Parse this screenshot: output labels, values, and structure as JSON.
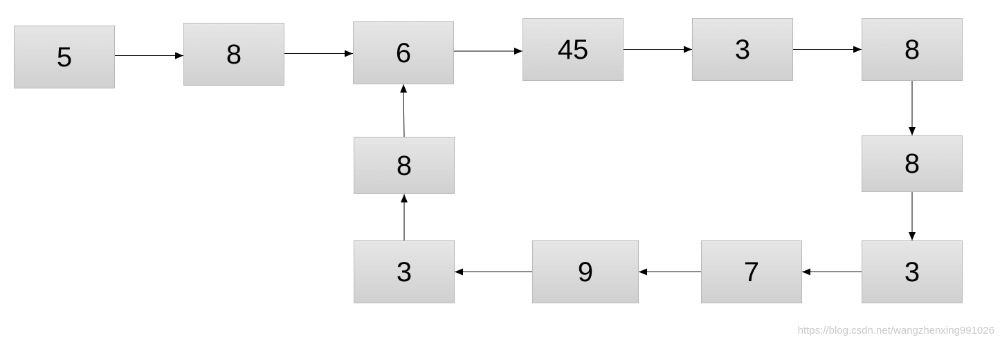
{
  "diagram": {
    "nodes": [
      {
        "id": "n1",
        "label": "5"
      },
      {
        "id": "n2",
        "label": "8"
      },
      {
        "id": "n3",
        "label": "6"
      },
      {
        "id": "n4",
        "label": "45"
      },
      {
        "id": "n5",
        "label": "3"
      },
      {
        "id": "n6",
        "label": "8"
      },
      {
        "id": "n7",
        "label": "8"
      },
      {
        "id": "n8",
        "label": "3"
      },
      {
        "id": "n9",
        "label": "7"
      },
      {
        "id": "n10",
        "label": "9"
      },
      {
        "id": "n11",
        "label": "3"
      },
      {
        "id": "n12",
        "label": "8"
      }
    ],
    "edges": [
      {
        "from": "n1",
        "to": "n2"
      },
      {
        "from": "n2",
        "to": "n3"
      },
      {
        "from": "n3",
        "to": "n4"
      },
      {
        "from": "n4",
        "to": "n5"
      },
      {
        "from": "n5",
        "to": "n6"
      },
      {
        "from": "n6",
        "to": "n7"
      },
      {
        "from": "n7",
        "to": "n8"
      },
      {
        "from": "n8",
        "to": "n9"
      },
      {
        "from": "n9",
        "to": "n10"
      },
      {
        "from": "n10",
        "to": "n11"
      },
      {
        "from": "n11",
        "to": "n12"
      },
      {
        "from": "n12",
        "to": "n3"
      }
    ]
  },
  "watermark": "https://blog.csdn.net/wangzhenxing991026",
  "colors": {
    "node_fill_top": "#e6e6e6",
    "node_fill_bottom": "#d0d0d0",
    "node_border": "#b8b8b8",
    "edge": "#000000",
    "watermark": "#c9c9c9"
  }
}
